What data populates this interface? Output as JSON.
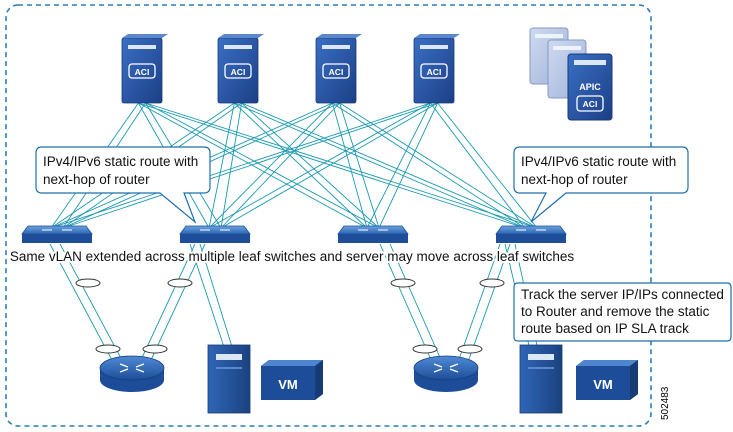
{
  "spines": [
    {
      "badge": "ACI"
    },
    {
      "badge": "ACI"
    },
    {
      "badge": "ACI"
    },
    {
      "badge": "ACI"
    }
  ],
  "apic": {
    "title": "APIC",
    "badge": "ACI"
  },
  "callouts": {
    "left": {
      "line1": "IPv4/IPv6 static route with",
      "line2": "next-hop of router"
    },
    "right": {
      "line1": "IPv4/IPv6 static route with",
      "line2": "next-hop of router"
    },
    "track": {
      "line1": "Track the server IP/IPs connected",
      "line2": "to Router and remove the static",
      "line3": "route based on IP SLA track"
    }
  },
  "banner": "Same vLAN extended across multiple leaf switches and server may move across leaf switches",
  "vm_label": "VM",
  "figure_id": "502483",
  "colors": {
    "spine_fill": "#2a56a6",
    "link": "#1a9ab0",
    "border": "#2b7bb9",
    "callout_border": "#1f6fae"
  }
}
